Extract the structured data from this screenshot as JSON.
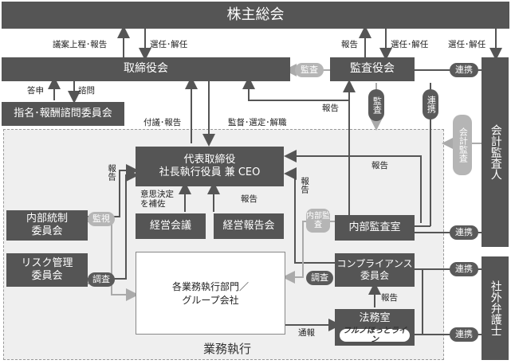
{
  "nodes": {
    "shareholders": "株主総会",
    "board": "取締役会",
    "audit_board": "監査役会",
    "nomination": "指名･報酬諮問委員会",
    "auditor": "会計監査人",
    "ceo": "代表取締役\n社長執行役員 兼 CEO",
    "decision_meeting": "経営会議",
    "report_meeting": "経営報告会",
    "internal_control": "内部統制\n委員会",
    "risk": "リスク管理\n委員会",
    "departments": "各業務執行部門／\nグループ会社",
    "internal_audit": "内部監査室",
    "compliance": "コンプライアンス\n委員会",
    "legal": "法務室",
    "hotline": "フルノほっとライン",
    "outside_lawyer": "社外弁護士",
    "execution_area": "業務執行"
  },
  "labels": {
    "agenda_report": "議案上程･報告",
    "elect_dismiss_1": "選任･解任",
    "report_top": "報告",
    "elect_dismiss_2": "選任･解任",
    "elect_dismiss_3": "選任･解任",
    "audit_h": "監査",
    "report_answer": "答申",
    "consult": "諮問",
    "audit_v": "監査",
    "coop_v": "連携",
    "coop_1": "連携",
    "report_mid": "報告",
    "refer_report": "付議･報告",
    "supervise": "監督･選定･解職",
    "accounting_audit": "会計監査",
    "report_left": "報告",
    "report_right_v": "報告",
    "report_ia": "報告",
    "decision_delegation": "意思決定\nを補佐",
    "report_erm": "報告",
    "monitor": "監視",
    "internal_audit_pill": "内部監査",
    "coop_2": "連携",
    "investigate_1": "調査",
    "investigate_2": "調査",
    "coop_3": "連携",
    "report_legal": "報告",
    "notify": "通報",
    "coop_4": "連携"
  }
}
